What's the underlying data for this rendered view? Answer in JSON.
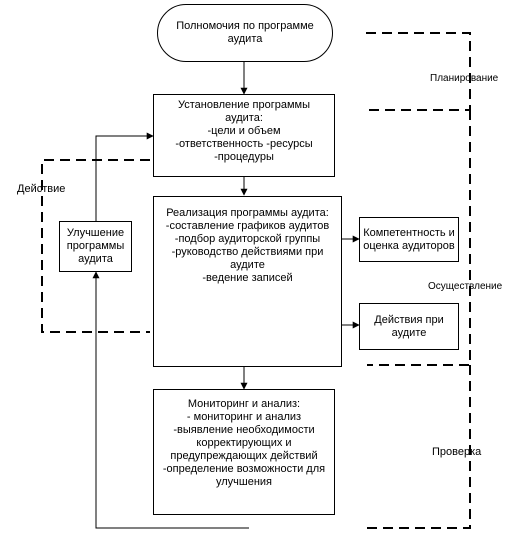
{
  "nodes": {
    "start": {
      "lines": [
        "Полномочия по программе",
        "аудита"
      ]
    },
    "establish": {
      "lines": [
        "Установление программы",
        "аудита:",
        "-цели и объем",
        "-ответственность -ресурсы",
        "-процедуры"
      ]
    },
    "implement": {
      "lines": [
        "Реализация программы аудита:",
        "-составление графиков аудитов",
        "-подбор аудиторской группы",
        "-руководство действиями при",
        "аудите",
        "-ведение записей"
      ]
    },
    "competence": {
      "lines": [
        "Компетентность и",
        "оценка аудиторов"
      ]
    },
    "actions": {
      "lines": [
        "Действия при",
        "аудите"
      ]
    },
    "monitor": {
      "lines": [
        "Мониторинг и анализ:",
        "- мониторинг и анализ",
        "-выявление необходимости",
        "корректирующих и",
        "предупреждающих действий",
        "-определение возможности для",
        "улучшения"
      ]
    },
    "improve": {
      "lines": [
        "Улучшение",
        "программы",
        "аудита"
      ]
    }
  },
  "phases": {
    "plan": "Планирование",
    "do": "Осуществление",
    "check": "Проверка",
    "act": "Действие"
  }
}
